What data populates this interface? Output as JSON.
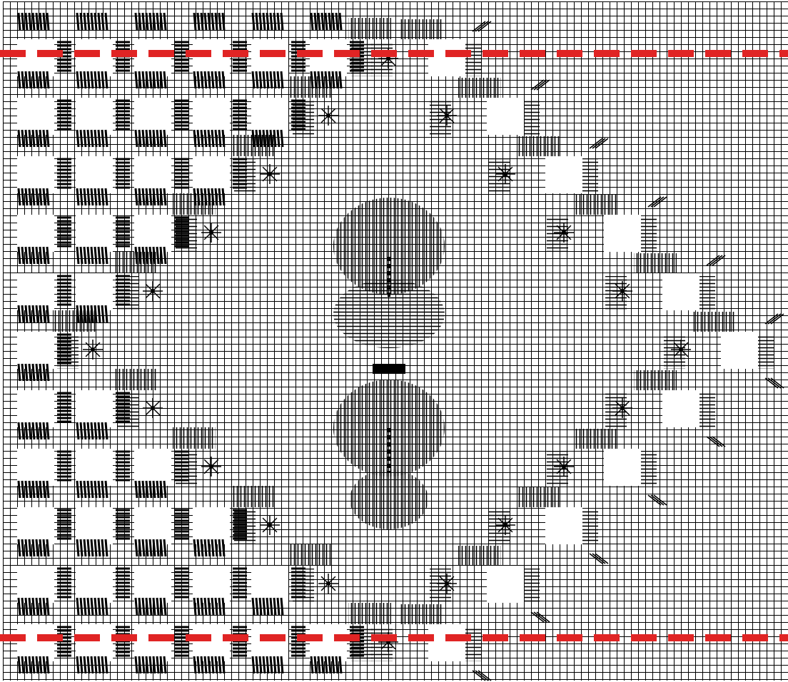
{
  "pattern": {
    "description_kind": "filet lace chart",
    "colors": {
      "background": "#ffffff",
      "grid_line": "#000000",
      "cut_line": "#e02424"
    },
    "cut_lines_visible": 2,
    "motifs": [
      "open-squares",
      "woven-blocks",
      "spiders",
      "dividing-bars",
      "loops"
    ]
  }
}
